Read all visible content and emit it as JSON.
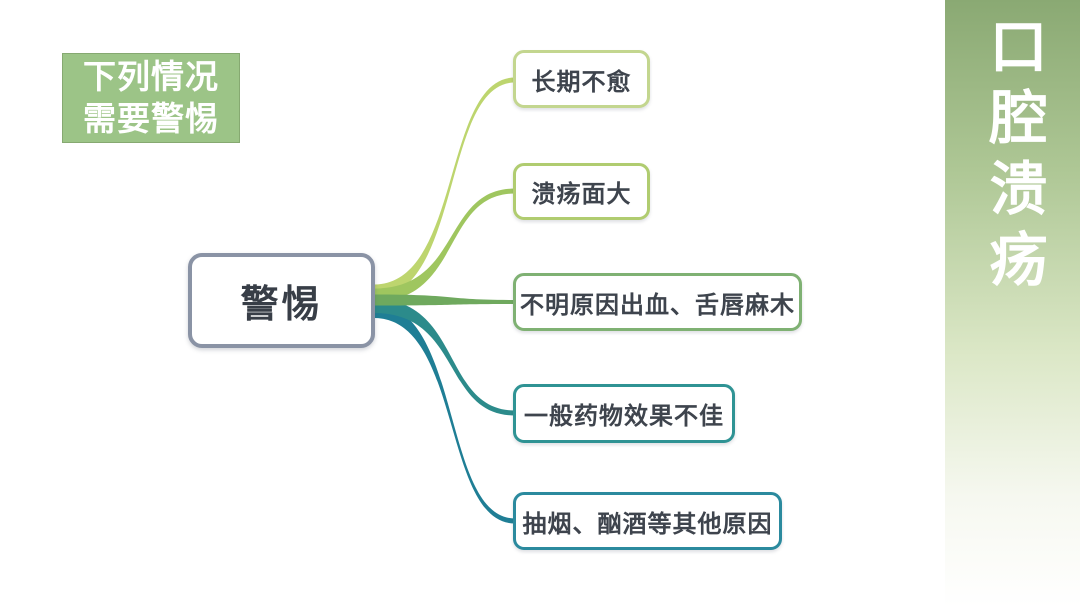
{
  "slide": {
    "background": "#ffffff",
    "topic": "oral-ulcer warning signs mind map"
  },
  "title_box": {
    "lines": [
      "下列情况",
      "需要警惕"
    ],
    "bg": "#9cc487",
    "text_color": "#ffffff"
  },
  "hub": {
    "label": "警惕",
    "border_color": "#8a93a5",
    "text_color": "#383e47"
  },
  "branches": [
    {
      "label": "长期不愈",
      "box_color": "#c3d68f",
      "line_color": "#bdd56e"
    },
    {
      "label": "溃疡面大",
      "box_color": "#b0cc70",
      "line_color": "#9fc65f"
    },
    {
      "label": "不明原因出血、舌唇麻木",
      "box_color": "#7fb173",
      "line_color": "#6fa95e"
    },
    {
      "label": "一般药物效果不佳",
      "box_color": "#2f9394",
      "line_color": "#2c8b8b"
    },
    {
      "label": "抽烟、酗酒等其他原因",
      "box_color": "#2b8a9e",
      "line_color": "#1f7e95"
    }
  ],
  "side_bar": {
    "text": "口腔溃疡",
    "gradient_top": "#8aa973",
    "gradient_bottom": "#ffffff",
    "text_color": "#ffffff"
  }
}
